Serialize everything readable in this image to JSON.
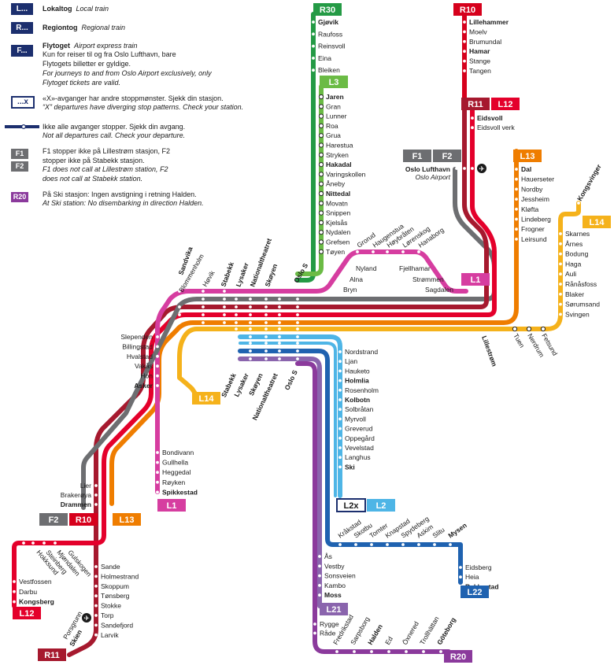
{
  "colors": {
    "local": "#1c2f6e",
    "regional": "#1c2f6e",
    "flytoget": "#1c2f6e",
    "R30": "#249a45",
    "L3": "#6bbb45",
    "R10": "#d6001c",
    "R11": "#a6192e",
    "L12": "#e4002b",
    "L13": "#ef7d00",
    "L14": "#f5b21b",
    "L1": "#d63da0",
    "L2": "#4eb5e6",
    "L21": "#8a64ad",
    "L22": "#1f62b0",
    "R20": "#8b3a9c",
    "F": "#6d6e71"
  },
  "legend": {
    "local": {
      "badge": "L...",
      "label": "Lokaltog",
      "label_en": "Local train"
    },
    "regional": {
      "badge": "R...",
      "label": "Regiontog",
      "label_en": "Regional train"
    },
    "flytoget": {
      "badge": "F...",
      "label": "Flytoget",
      "label_en": "Airport express train",
      "note": "Kun for reiser til og fra Oslo Lufthavn, bare Flytogets billetter er gyldige.",
      "note_en": "For journeys to and from Oslo Airport exclusively, only Flytoget tickets are valid."
    },
    "x_departures": {
      "badge": "...x",
      "note": "«X»-avganger har andre stoppmønster. Sjekk din stasjon.",
      "note_en": "“X” departures have diverging stop patterns. Check your station."
    },
    "not_all": {
      "note": "Ikke alle avganger stopper. Sjekk din avgang.",
      "note_en": "Not all departures call. Check your departure."
    },
    "f1f2": {
      "badge1": "F1",
      "badge2": "F2",
      "note": "F1 stopper ikke på Lillestrøm stasjon, F2 stopper ikke på Stabekk stasjon.",
      "note_en": "F1 does not call at Lillestrøm station, F2 does not call at Stabekk station."
    },
    "r20": {
      "badge": "R20",
      "note": "På Ski stasjon: Ingen avstigning i retning Halden.",
      "note_en": "At Ski station: No disembarking in direction Halden."
    }
  },
  "lines": {
    "R30": "R30",
    "L3": "L3",
    "R10": "R10",
    "R11": "R11",
    "L12": "L12",
    "L13": "L13",
    "L14": "L14",
    "L1": "L1",
    "L2": "L2",
    "L2x": "L2x",
    "L21": "L21",
    "L22": "L22",
    "R20": "R20",
    "F1": "F1",
    "F2": "F2"
  },
  "stations": {
    "r30": [
      {
        "name": "Gjøvik",
        "bold": true
      },
      {
        "name": "Raufoss"
      },
      {
        "name": "Reinsvoll"
      },
      {
        "name": "Eina"
      },
      {
        "name": "Bleiken"
      }
    ],
    "l3": [
      {
        "name": "Jaren",
        "bold": true
      },
      {
        "name": "Gran"
      },
      {
        "name": "Lunner"
      },
      {
        "name": "Roa"
      },
      {
        "name": "Grua"
      },
      {
        "name": "Harestua"
      },
      {
        "name": "Stryken"
      },
      {
        "name": "Hakadal",
        "bold": true
      },
      {
        "name": "Varingskollen"
      },
      {
        "name": "Åneby"
      },
      {
        "name": "Nittedal",
        "bold": true
      },
      {
        "name": "Movatn"
      },
      {
        "name": "Snippen"
      },
      {
        "name": "Kjelsås"
      },
      {
        "name": "Nydalen"
      },
      {
        "name": "Grefsen"
      },
      {
        "name": "Tøyen"
      }
    ],
    "r10": [
      {
        "name": "Lillehammer",
        "bold": true
      },
      {
        "name": "Moelv"
      },
      {
        "name": "Brumundal"
      },
      {
        "name": "Hamar",
        "bold": true
      },
      {
        "name": "Stange"
      },
      {
        "name": "Tangen"
      }
    ],
    "eidsvoll": [
      {
        "name": "Eidsvoll",
        "bold": true
      },
      {
        "name": "Eidsvoll verk"
      }
    ],
    "airport": {
      "name": "Oslo Lufthavn",
      "sub": "Oslo Airport"
    },
    "l13": [
      {
        "name": "Dal",
        "bold": true
      },
      {
        "name": "Hauerseter"
      },
      {
        "name": "Nordby"
      },
      {
        "name": "Jessheim"
      },
      {
        "name": "Kløfta"
      },
      {
        "name": "Lindeberg"
      },
      {
        "name": "Frogner"
      },
      {
        "name": "Leirsund"
      }
    ],
    "l14_east": [
      {
        "name": "Skarnes"
      },
      {
        "name": "Årnes"
      },
      {
        "name": "Bodung"
      },
      {
        "name": "Haga"
      },
      {
        "name": "Auli"
      },
      {
        "name": "Rånåsfoss"
      },
      {
        "name": "Blaker"
      },
      {
        "name": "Sørumsand"
      },
      {
        "name": "Svingen"
      }
    ],
    "kongsvinger": {
      "name": "Kongsvinger",
      "bold": true
    },
    "l1_east_top": [
      "Grorud",
      "Haugenstua",
      "Høybråten",
      "Lørenskog",
      "Hanaborg"
    ],
    "l1_east": [
      "Nyland",
      "Alna",
      "Bryn",
      "Fjellhamar",
      "Strømmen",
      "Sagdalen"
    ],
    "lillestrom": {
      "name": "Lillestrøm",
      "bold": true
    },
    "l14_mid": [
      "Tuen",
      "Nerdrum",
      "Fetsund"
    ],
    "central_top": [
      {
        "name": "Blommenholm"
      },
      {
        "name": "Sandvika",
        "bold": true
      },
      {
        "name": "Høvik"
      },
      {
        "name": "Stabekk",
        "bold": true
      },
      {
        "name": "Lysaker",
        "bold": true
      },
      {
        "name": "Nationaltheatret",
        "bold": true
      },
      {
        "name": "Skøyen",
        "bold": true
      },
      {
        "name": "Oslo S",
        "bold": true
      }
    ],
    "central_bottom": [
      {
        "name": "Stabekk",
        "bold": true
      },
      {
        "name": "Lysaker",
        "bold": true
      },
      {
        "name": "Skøyen",
        "bold": true
      },
      {
        "name": "Nationaltheatret",
        "bold": true
      },
      {
        "name": "Oslo S",
        "bold": true
      }
    ],
    "asker_branch": [
      {
        "name": "Slependen"
      },
      {
        "name": "Billingstad"
      },
      {
        "name": "Hvalstad"
      },
      {
        "name": "Vakås"
      },
      {
        "name": "Hon"
      },
      {
        "name": "Asker",
        "bold": true
      }
    ],
    "l1_south": [
      {
        "name": "Bondivann"
      },
      {
        "name": "Gullhella"
      },
      {
        "name": "Heggedal"
      },
      {
        "name": "Røyken"
      },
      {
        "name": "Spikkestad",
        "bold": true
      }
    ],
    "drammen": [
      {
        "name": "Lier"
      },
      {
        "name": "Brakerøya"
      },
      {
        "name": "Drammen",
        "bold": true
      }
    ],
    "l12_west": [
      "Gulskogen",
      "Mjøndalen",
      "Steinberg",
      "Hokksund"
    ],
    "l12_south": [
      {
        "name": "Vestfossen"
      },
      {
        "name": "Darbu"
      },
      {
        "name": "Kongsberg",
        "bold": true
      }
    ],
    "r11_south": [
      {
        "name": "Sande"
      },
      {
        "name": "Holmestrand"
      },
      {
        "name": "Skoppum"
      },
      {
        "name": "Tønsberg"
      },
      {
        "name": "Stokke"
      },
      {
        "name": "Torp"
      },
      {
        "name": "Sandefjord"
      },
      {
        "name": "Larvik"
      }
    ],
    "r11_end": [
      {
        "name": "Porsgrunn"
      },
      {
        "name": "Skien",
        "bold": true
      }
    ],
    "l2": [
      {
        "name": "Nordstrand"
      },
      {
        "name": "Ljan"
      },
      {
        "name": "Hauketo"
      },
      {
        "name": "Holmlia",
        "bold": true
      },
      {
        "name": "Rosenholm"
      },
      {
        "name": "Kolbotn",
        "bold": true
      },
      {
        "name": "Solbråtan"
      },
      {
        "name": "Myrvoll"
      },
      {
        "name": "Greverud"
      },
      {
        "name": "Oppegård"
      },
      {
        "name": "Vevelstad"
      },
      {
        "name": "Langhus"
      },
      {
        "name": "Ski",
        "bold": true
      }
    ],
    "l22": [
      {
        "name": "Kråkstad"
      },
      {
        "name": "Skotbu"
      },
      {
        "name": "Tomter"
      },
      {
        "name": "Knapstad"
      },
      {
        "name": "Spydeberg"
      },
      {
        "name": "Askim"
      },
      {
        "name": "Slitu"
      },
      {
        "name": "Mysen",
        "bold": true
      }
    ],
    "l22_end": [
      {
        "name": "Eidsberg"
      },
      {
        "name": "Heia"
      },
      {
        "name": "Rakkestad",
        "bold": true
      }
    ],
    "l21": [
      {
        "name": "Ås"
      },
      {
        "name": "Vestby"
      },
      {
        "name": "Sonsveien"
      },
      {
        "name": "Kambo"
      },
      {
        "name": "Moss",
        "bold": true
      }
    ],
    "r20_a": [
      {
        "name": "Rygge"
      },
      {
        "name": "Råde"
      }
    ],
    "r20_b": [
      {
        "name": "Fredrikstad"
      },
      {
        "name": "Sarpsborg"
      },
      {
        "name": "Halden",
        "bold": true
      },
      {
        "name": "Ed"
      },
      {
        "name": "Öxnered"
      },
      {
        "name": "Trollhättan"
      },
      {
        "name": "Göteborg",
        "bold": true
      }
    ]
  }
}
